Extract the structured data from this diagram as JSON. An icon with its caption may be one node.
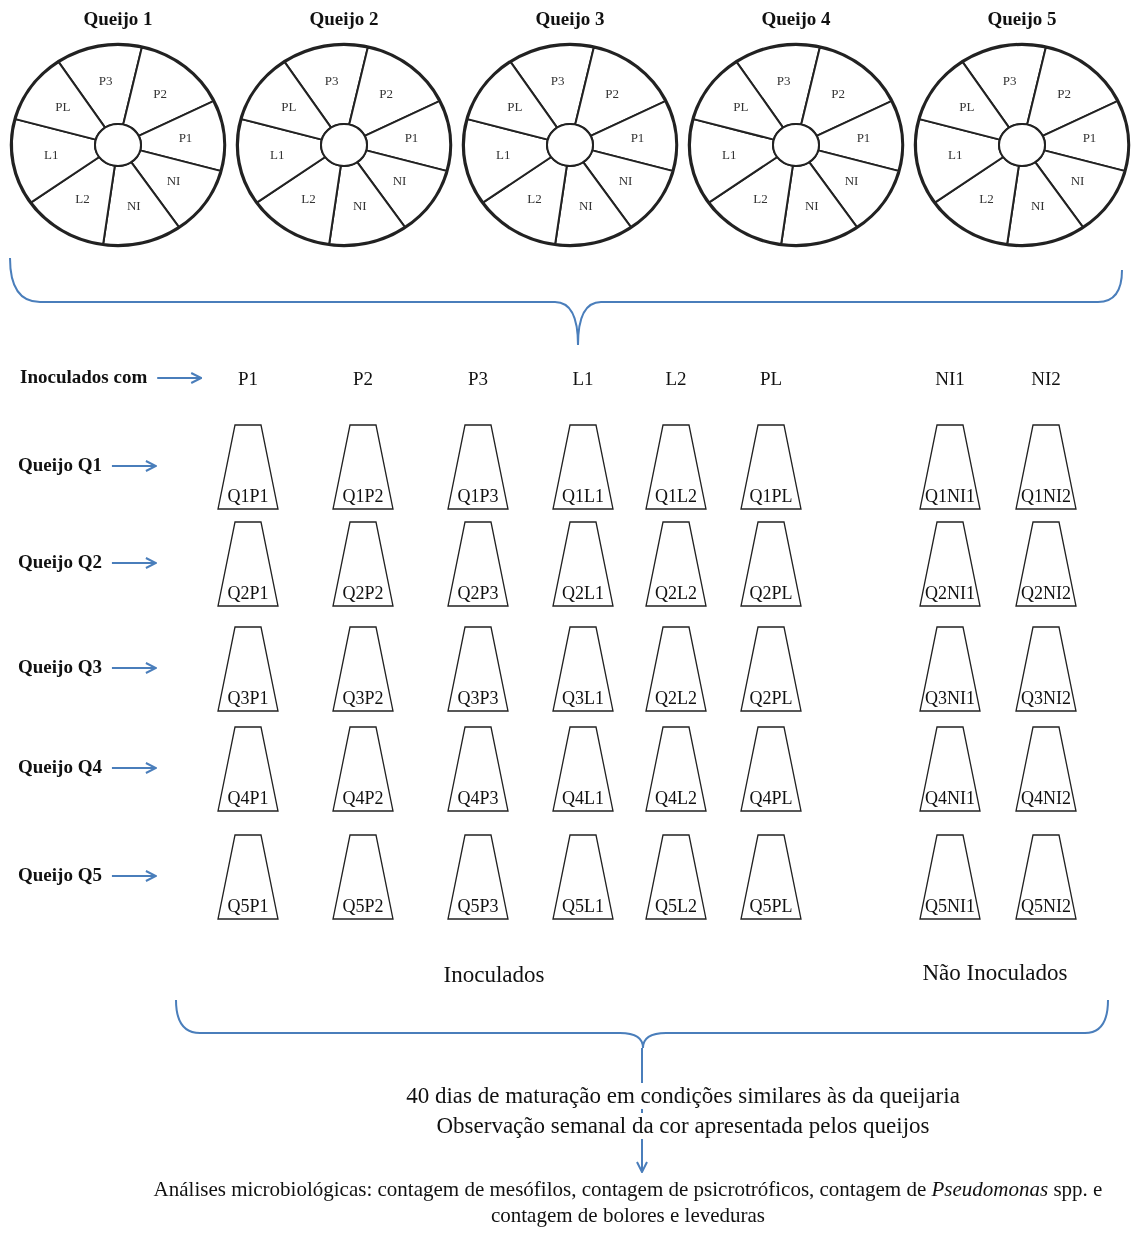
{
  "diagram": {
    "nodes": [
      {
        "text": [
          "Queijo 1"
        ]
      },
      {
        "text": [
          "P3"
        ],
        "in": 0
      },
      {
        "text": [
          "P2"
        ],
        "in": 0
      },
      {
        "text": [
          "P1"
        ],
        "in": 0
      },
      {
        "text": [
          "NI"
        ],
        "in": 0
      },
      {
        "text": [
          "NI"
        ],
        "in": 0
      },
      {
        "text": [
          "L2"
        ],
        "in": 0
      },
      {
        "text": [
          "L1"
        ],
        "in": 0
      },
      {
        "text": [
          "PL"
        ],
        "in": 0
      },
      {
        "text": [
          "Queijo 2"
        ]
      },
      {
        "text": [
          "P3"
        ],
        "in": 9
      },
      {
        "text": [
          "P2"
        ],
        "in": 9
      },
      {
        "text": [
          "P1"
        ],
        "in": 9
      },
      {
        "text": [
          "NI"
        ],
        "in": 9
      },
      {
        "text": [
          "NI"
        ],
        "in": 9
      },
      {
        "text": [
          "L2"
        ],
        "in": 9
      },
      {
        "text": [
          "L1"
        ],
        "in": 9
      },
      {
        "text": [
          "PL"
        ],
        "in": 9
      },
      {
        "text": [
          "Queijo 3"
        ]
      },
      {
        "text": [
          "P3"
        ],
        "in": 18
      },
      {
        "text": [
          "P2"
        ],
        "in": 18
      },
      {
        "text": [
          "P1"
        ],
        "in": 18
      },
      {
        "text": [
          "NI"
        ],
        "in": 18
      },
      {
        "text": [
          "NI"
        ],
        "in": 18
      },
      {
        "text": [
          "L2"
        ],
        "in": 18
      },
      {
        "text": [
          "L1"
        ],
        "in": 18
      },
      {
        "text": [
          "PL"
        ],
        "in": 18
      },
      {
        "text": [
          "Queijo 4"
        ]
      },
      {
        "text": [
          "P3"
        ],
        "in": 27
      },
      {
        "text": [
          "P2"
        ],
        "in": 27
      },
      {
        "text": [
          "P1"
        ],
        "in": 27
      },
      {
        "text": [
          "NI"
        ],
        "in": 27
      },
      {
        "text": [
          "NI"
        ],
        "in": 27
      },
      {
        "text": [
          "L2"
        ],
        "in": 27
      },
      {
        "text": [
          "L1"
        ],
        "in": 27
      },
      {
        "text": [
          "PL"
        ],
        "in": 27
      },
      {
        "text": [
          "Queijo 5"
        ]
      },
      {
        "text": [
          "P3"
        ],
        "in": 36
      },
      {
        "text": [
          "P2"
        ],
        "in": 36
      },
      {
        "text": [
          "P1"
        ],
        "in": 36
      },
      {
        "text": [
          "NI"
        ],
        "in": 36
      },
      {
        "text": [
          "NI"
        ],
        "in": 36
      },
      {
        "text": [
          "L2"
        ],
        "in": 36
      },
      {
        "text": [
          "L1"
        ],
        "in": 36
      },
      {
        "text": [
          "PL"
        ],
        "in": 36
      },
      {
        "text": [
          "Inoculados com"
        ]
      },
      {
        "text": [
          "Queijo Q1"
        ]
      },
      {
        "text": [
          "Q1P1"
        ]
      },
      {
        "text": [
          "Q1P2"
        ]
      },
      {
        "text": [
          "Q1P3"
        ]
      },
      {
        "text": [
          "Q1L1"
        ]
      },
      {
        "text": [
          "Q1L2"
        ]
      },
      {
        "text": [
          "Q1PL"
        ]
      },
      {
        "text": [
          "Q1NI1"
        ]
      },
      {
        "text": [
          "Q1NI2"
        ]
      },
      {
        "text": [
          "Queijo Q2"
        ]
      },
      {
        "text": [
          "Q2P1"
        ]
      },
      {
        "text": [
          "Q2P2"
        ]
      },
      {
        "text": [
          "Q2P3"
        ]
      },
      {
        "text": [
          "Q2L1"
        ]
      },
      {
        "text": [
          "Q2L2"
        ]
      },
      {
        "text": [
          "Q2PL"
        ]
      },
      {
        "text": [
          "Q2NI1"
        ]
      },
      {
        "text": [
          "Q2NI2"
        ]
      },
      {
        "text": [
          "Queijo Q3"
        ]
      },
      {
        "text": [
          "Q3P1"
        ]
      },
      {
        "text": [
          "Q3P2"
        ]
      },
      {
        "text": [
          "Q3P3"
        ]
      },
      {
        "text": [
          "Q3L1"
        ]
      },
      {
        "text": [
          "Q2L2"
        ]
      },
      {
        "text": [
          "Q2PL"
        ]
      },
      {
        "text": [
          "Q3NI1"
        ]
      },
      {
        "text": [
          "Q3NI2"
        ]
      },
      {
        "text": [
          "Queijo Q4"
        ]
      },
      {
        "text": [
          "Q4P1"
        ]
      },
      {
        "text": [
          "Q4P2"
        ]
      },
      {
        "text": [
          "Q4P3"
        ]
      },
      {
        "text": [
          "Q4L1"
        ]
      },
      {
        "text": [
          "Q4L2"
        ]
      },
      {
        "text": [
          "Q4PL"
        ]
      },
      {
        "text": [
          "Q4NI1"
        ]
      },
      {
        "text": [
          "Q4NI2"
        ]
      },
      {
        "text": [
          "Queijo Q5"
        ]
      },
      {
        "text": [
          "Q5P1"
        ]
      },
      {
        "text": [
          "Q5P2"
        ]
      },
      {
        "text": [
          "Q5P3"
        ]
      },
      {
        "text": [
          "Q5L1"
        ]
      },
      {
        "text": [
          "Q5L2"
        ]
      },
      {
        "text": [
          "Q5PL"
        ]
      },
      {
        "text": [
          "Q5NI1"
        ]
      },
      {
        "text": [
          "Q5NI2"
        ]
      },
      {
        "text": [],
        "shape": "brace"
      },
      {
        "text": [
          "Análises microbiológicas: contagem de mesófilos, contagem de psicrotróficos, contagem de *Pseudomonas* spp. e contagem de bolores e leveduras"
        ]
      }
    ],
    "edges": [
      {
        "from": 45,
        "to": null,
        "arrow": "to"
      },
      {
        "from": 46,
        "to": null,
        "arrow": "to"
      },
      {
        "from": 55,
        "to": null,
        "arrow": "to"
      },
      {
        "from": 64,
        "to": null,
        "arrow": "to"
      },
      {
        "from": 73,
        "to": null,
        "arrow": "to"
      },
      {
        "from": 82,
        "to": null,
        "arrow": "to"
      },
      {
        "from": 91,
        "to": 92,
        "arrow": "to"
      }
    ],
    "labels": [
      "P1",
      "P2",
      "P3",
      "L1",
      "L2",
      "PL",
      "NI1",
      "NI2",
      "Inoculados",
      "Não Inoculados",
      "40 dias de maturação em condições similares às da queijaria",
      "Observação semanal da cor apresentada pelos queijos"
    ]
  }
}
